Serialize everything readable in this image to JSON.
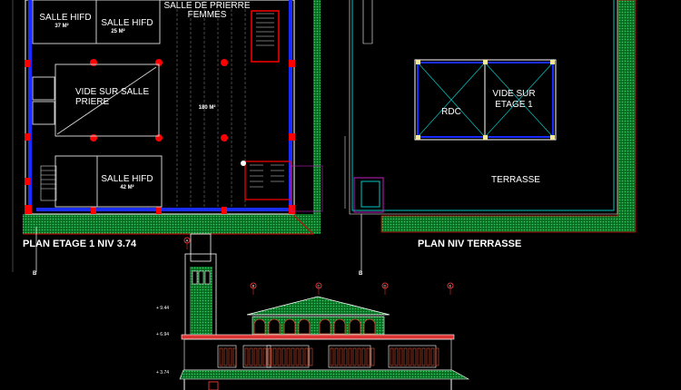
{
  "colors": {
    "background": "#000000",
    "wall": "#ff0000",
    "hatch": "#0a8a2a",
    "window": "#1a2cff",
    "line": "#ffffff",
    "cyan": "#00c8c8",
    "magenta": "#c020c0"
  },
  "plan_etage1": {
    "title": "PLAN ETAGE 1  NIV 3.74",
    "rooms": [
      {
        "name": "SALLE HIFD",
        "area": "37 M²"
      },
      {
        "name": "SALLE HIFD",
        "area": "25 M²"
      },
      {
        "name": "SALLE DE PRIERRE",
        "name2": "FEMMES",
        "area": "180 M²"
      },
      {
        "name": "VIDE SUR SALLE",
        "name2": "PRIERE"
      },
      {
        "name": "SALLE HIFD",
        "area": "42 M²"
      }
    ],
    "section_mark": "B"
  },
  "plan_terrasse": {
    "title": "PLAN NIV TERRASSE",
    "rdc": "RDC",
    "vide": "VIDE SUR",
    "vide2": "ETAGE 1",
    "terrasse": "TERRASSE",
    "section_mark": "B"
  },
  "elevation": {
    "levels": [
      "+ 9.44",
      "+ 6.94",
      "+ 3.74"
    ],
    "axes": [
      "A",
      "B",
      "C",
      "D",
      "E"
    ]
  }
}
